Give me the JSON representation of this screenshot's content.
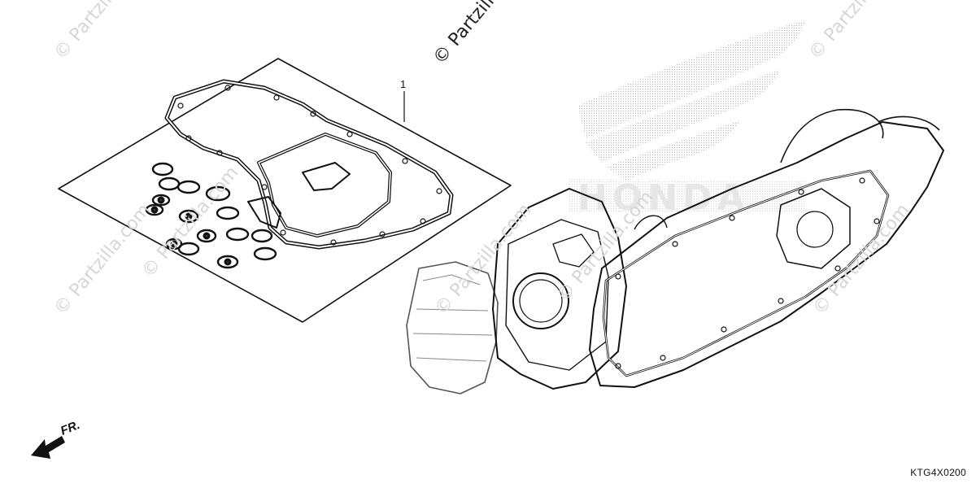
{
  "diagram": {
    "callout": "1",
    "front_label": "FR.",
    "code": "KTG4X0200",
    "brand_watermark": "HONDA",
    "watermark_main": "© Partzilla.com",
    "watermark_tiles": [
      "© Partzilla.com",
      "© Partzilla.com",
      "© Partzilla.com",
      "© Partzilla.com",
      "© Partzilla.com",
      "© Partzilla.com",
      "© Partzilla.com"
    ]
  },
  "colors": {
    "line": "#111111",
    "watermark": "#d6d6d6",
    "brand_dots": "#bdbdbd"
  },
  "icons": {
    "front_arrow": "arrow-front-icon"
  }
}
